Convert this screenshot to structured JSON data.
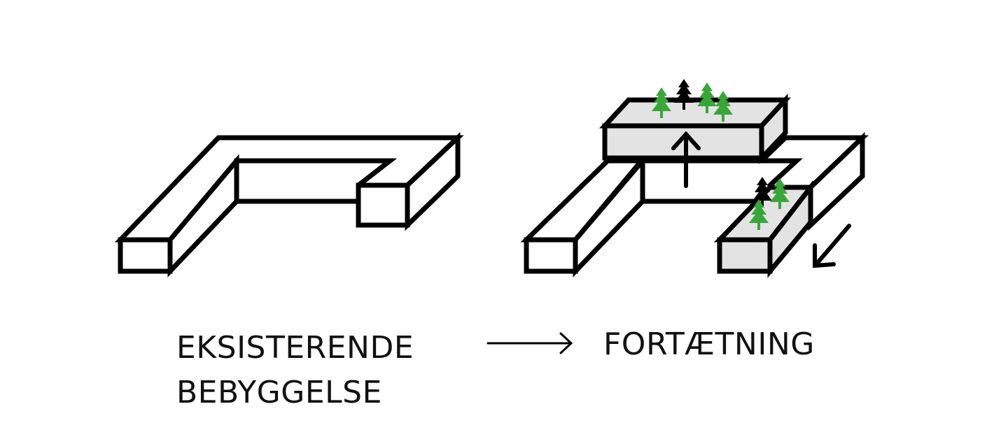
{
  "diagram": {
    "type": "before-after-building-densification",
    "colors": {
      "outline": "#000000",
      "fill_existing": "#ffffff",
      "fill_new": "#e3e3e3",
      "tree_green": "#3aa63a",
      "tree_black": "#000000"
    },
    "left": {
      "label_line1": "EKSISTERENDE",
      "label_line2": "BEBYGGELSE",
      "shape": "U-shaped building block (isometric)"
    },
    "transition_arrow": "right-arrow",
    "right": {
      "label": "FORTÆTNING",
      "shape": "U-shaped building with added elevated block and extended wing",
      "annotations": [
        {
          "type": "arrow",
          "direction": "up",
          "meaning": "raised/added storey"
        },
        {
          "type": "arrow",
          "direction": "down-left",
          "meaning": "extended wing"
        }
      ],
      "trees": {
        "top_block": {
          "green": 3,
          "black": 1
        },
        "extended_wing": {
          "green": 2,
          "black": 1
        }
      }
    }
  }
}
